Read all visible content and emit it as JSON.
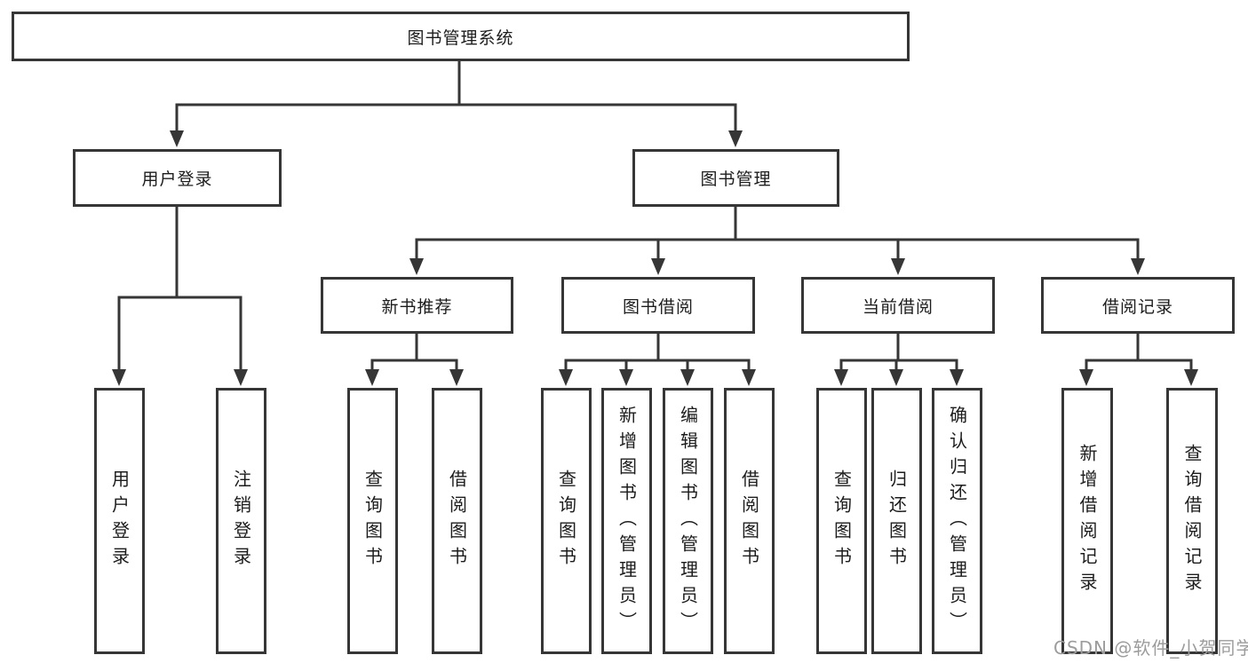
{
  "diagram": {
    "type": "tree",
    "root": {
      "label": "图书管理系统"
    },
    "children": [
      {
        "label": "用户登录",
        "children": [
          {
            "label": "用户登录"
          },
          {
            "label": "注销登录"
          }
        ]
      },
      {
        "label": "图书管理",
        "children": [
          {
            "label": "新书推荐",
            "children": [
              {
                "label": "查询图书"
              },
              {
                "label": "借阅图书"
              }
            ]
          },
          {
            "label": "图书借阅",
            "children": [
              {
                "label": "查询图书"
              },
              {
                "label": "新增图书（管理员）"
              },
              {
                "label": "编辑图书（管理员）"
              },
              {
                "label": "借阅图书"
              }
            ]
          },
          {
            "label": "当前借阅",
            "children": [
              {
                "label": "查询图书"
              },
              {
                "label": "归还图书"
              },
              {
                "label": "确认归还（管理员）"
              }
            ]
          },
          {
            "label": "借阅记录",
            "children": [
              {
                "label": "新增借阅记录"
              },
              {
                "label": "查询借阅记录"
              }
            ]
          }
        ]
      }
    ]
  },
  "watermark": {
    "text": "CSDN @软件_小贺同学"
  },
  "colors": {
    "background": "#ffffff",
    "line": "#363636",
    "box_border": "#363636",
    "text": "#1c1c1c",
    "watermark": "#9c9c9c"
  }
}
